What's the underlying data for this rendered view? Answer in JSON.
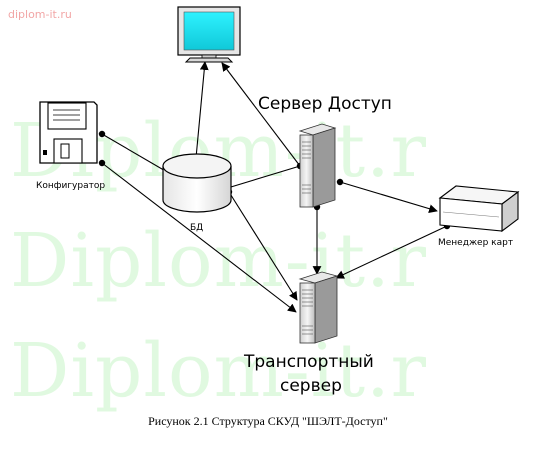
{
  "site": "diplom-it.ru",
  "watermark": "Diplom-it.r",
  "nodes": {
    "configurator": "Конфигуратор",
    "database": "БД",
    "server_access": "Сервер Доступ",
    "card_manager": "Менеджер карт",
    "transport_line1": "Транспортный",
    "transport_line2": "сервер"
  },
  "caption": "Рисунок 2.1 Структура СКУД \"ШЭЛТ-Доступ\"",
  "colors": {
    "monitor_screen": "#19e3f0",
    "line": "#000000",
    "watermark": "#c8f5c8"
  }
}
